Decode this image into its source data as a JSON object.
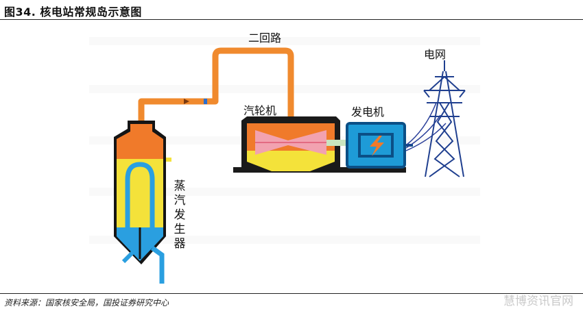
{
  "title": "图34. 核电站常规岛示意图",
  "labels": {
    "secondary_loop": "二回路",
    "grid": "电网",
    "turbine": "汽轮机",
    "generator": "发电机",
    "steam_generator": "蒸汽发生器"
  },
  "source": "资料来源：国家核安全局，国投证券研究中心",
  "watermark": "慧博资讯官网",
  "colors": {
    "steam_pipe": "#f08a2e",
    "turbine_top": "#f07a2a",
    "turbine_bottom": "#f4e23a",
    "turbine_blades": "#f2a2b0",
    "generator_fill": "#1e9bd7",
    "generator_dark": "#0b4f86",
    "water_blue": "#2a9fe0",
    "tower_blue": "#1f3f8f",
    "base_black": "#1a1a1a"
  }
}
